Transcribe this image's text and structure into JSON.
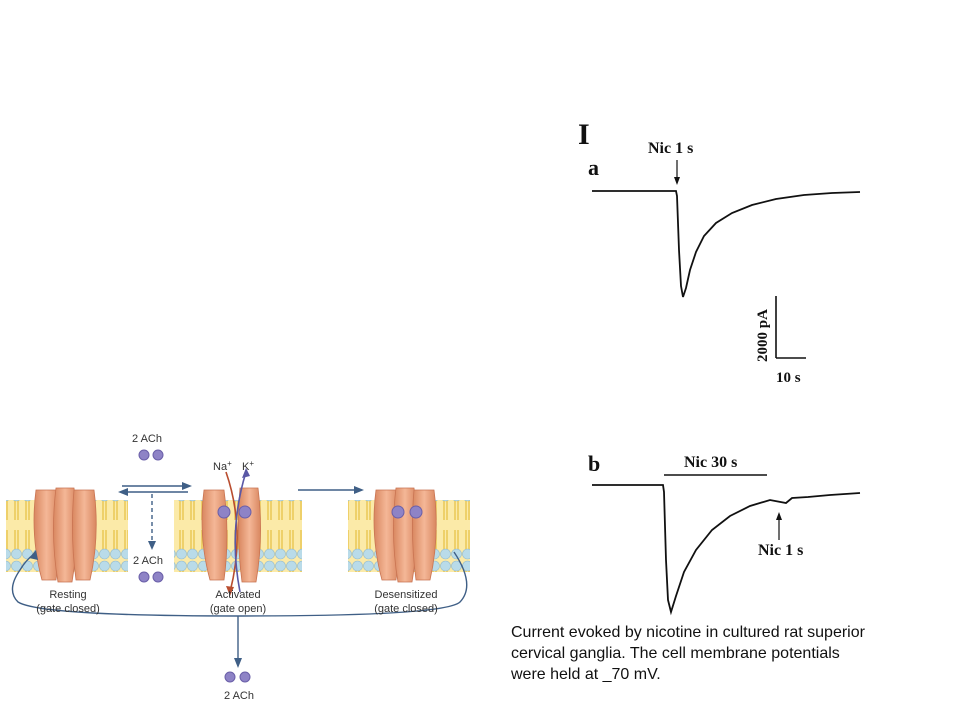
{
  "panel_roman": "I",
  "trace_a": {
    "letter": "a",
    "stimulus_label": "Nic 1 s"
  },
  "trace_b": {
    "letter": "b",
    "stimulus_label": "Nic 30 s",
    "second_label": "Nic 1 s"
  },
  "scale_bar": {
    "current_label": "2000 pA",
    "time_label": "10 s"
  },
  "diagram": {
    "ach_top": "2 ACh",
    "ach_mid": "2 ACh",
    "ach_bottom": "2 ACh",
    "ion_na": "Na",
    "ion_k": "K",
    "ion_sup": "+",
    "states": [
      {
        "title": "Resting",
        "subtitle": "(gate closed)"
      },
      {
        "title": "Activated",
        "subtitle": "(gate open)"
      },
      {
        "title": "Desensitized",
        "subtitle": "(gate closed)"
      }
    ]
  },
  "caption_lines": [
    "Current evoked by nicotine in cultured rat superior",
    "cervical ganglia. The cell membrane potentials",
    "were held at _70 mV."
  ],
  "colors": {
    "receptor": "#e8a07a",
    "ach_ball": "#8e83c6",
    "arrow": "#3f5f86",
    "lipid_head": "#b9dbe9",
    "lipid_tail": "#f2d36c"
  }
}
